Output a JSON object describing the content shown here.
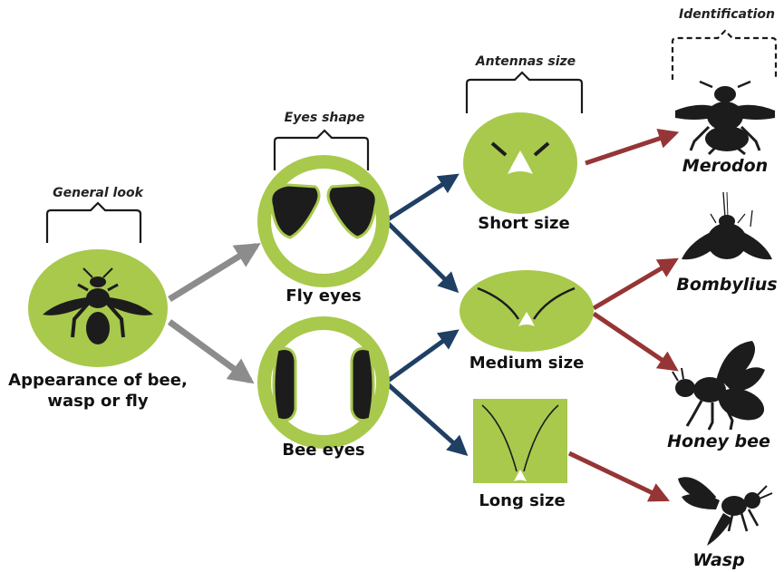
{
  "colors": {
    "node_fill": "#a8c94c",
    "eye_fill": "#1c1c1c",
    "arrow_gray": "#8c8c8c",
    "arrow_blue": "#1f3f63",
    "arrow_red": "#963535"
  },
  "headings": {
    "general_look": "General look",
    "eyes_shape": "Eyes shape",
    "antennas_size": "Antennas size",
    "identification": "Identification"
  },
  "nodes": {
    "root": {
      "line1": "Appearance of bee,",
      "line2": "wasp or fly",
      "icon": "bee-silhouette-icon"
    },
    "fly_eyes": {
      "label": "Fly eyes"
    },
    "bee_eyes": {
      "label": "Bee eyes"
    },
    "short_size": {
      "label": "Short size"
    },
    "medium_size": {
      "label": "Medium size"
    },
    "long_size": {
      "label": "Long size"
    }
  },
  "species": {
    "merodon": {
      "label": "Merodon",
      "icon": "hoverfly-silhouette-icon"
    },
    "bombylius": {
      "label": "Bombylius",
      "icon": "beefly-silhouette-icon"
    },
    "honey_bee": {
      "label": "Honey bee",
      "icon": "honeybee-silhouette-icon"
    },
    "wasp": {
      "label": "Wasp",
      "icon": "wasp-silhouette-icon"
    }
  }
}
